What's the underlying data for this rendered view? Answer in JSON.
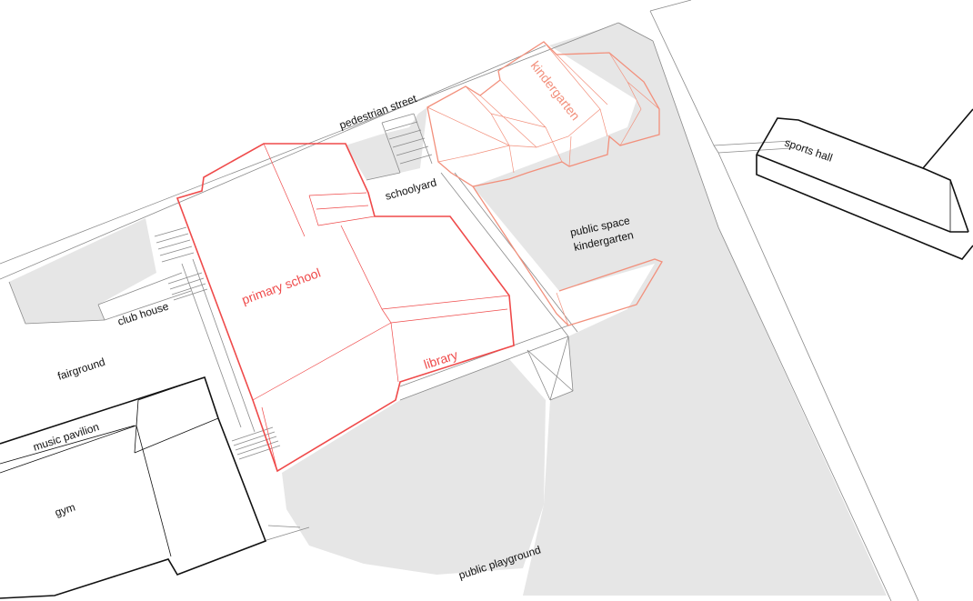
{
  "colors": {
    "school_red": "#ef4a4a",
    "kindergarten_pink": "#f2907c",
    "public_space_gray": "#e6e6e6",
    "outline_black": "#111111",
    "thin_line": "#8a8a8a"
  },
  "labels": {
    "pedestrian_street": "pedestrian street",
    "schoolyard": "schoolyard",
    "kindergarten": "kindergarten",
    "sports_hall": "sports hall",
    "public_space_kindergarten_line1": "public space",
    "public_space_kindergarten_line2": "kindergarten",
    "primary_school": "primary school",
    "library": "library",
    "club_house": "club house",
    "fairground": "fairground",
    "music_pavilion": "music pavilion",
    "gym": "gym",
    "public_playground": "public playground"
  }
}
